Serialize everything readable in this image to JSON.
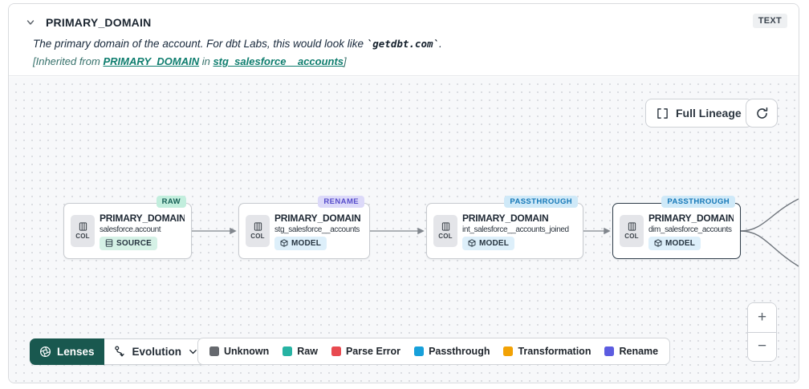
{
  "header": {
    "title": "PRIMARY_DOMAIN",
    "type_badge": "TEXT",
    "description_prefix": "The primary domain of the account. For dbt Labs, this would look like ",
    "description_code": "`getdbt.com`",
    "description_suffix": ".",
    "inherited_prefix": "[Inherited from ",
    "inherited_column_link": "PRIMARY_DOMAIN",
    "inherited_mid": " in ",
    "inherited_model_link": "stg_salesforce__accounts",
    "inherited_suffix": "]"
  },
  "canvas": {
    "full_lineage_label": "Full Lineage",
    "nodes": [
      {
        "badge": "RAW",
        "title": "PRIMARY_DOMAIN__C",
        "subtitle": "salesforce.account",
        "tag": "SOURCE",
        "col_label": "COL",
        "selected": false
      },
      {
        "badge": "RENAME",
        "title": "PRIMARY_DOMAIN",
        "subtitle": "stg_salesforce__accounts",
        "tag": "MODEL",
        "col_label": "COL",
        "selected": false
      },
      {
        "badge": "PASSTHROUGH",
        "title": "PRIMARY_DOMAIN",
        "subtitle": "int_salesforce__accounts_joined",
        "tag": "MODEL",
        "col_label": "COL",
        "selected": false
      },
      {
        "badge": "PASSTHROUGH",
        "title": "PRIMARY_DOMAIN",
        "subtitle": "dim_salesforce_accounts",
        "tag": "MODEL",
        "col_label": "COL",
        "selected": true
      }
    ],
    "zoom_in": "+",
    "zoom_out": "−"
  },
  "toolbar": {
    "lenses_label": "Lenses",
    "selected_lens": "Evolution",
    "legend": [
      {
        "label": "Unknown",
        "color": "#66696e"
      },
      {
        "label": "Raw",
        "color": "#27b3a3"
      },
      {
        "label": "Parse Error",
        "color": "#e84a50"
      },
      {
        "label": "Passthrough",
        "color": "#17a0da"
      },
      {
        "label": "Transformation",
        "color": "#f2a205"
      },
      {
        "label": "Rename",
        "color": "#5c5ce0"
      }
    ]
  }
}
